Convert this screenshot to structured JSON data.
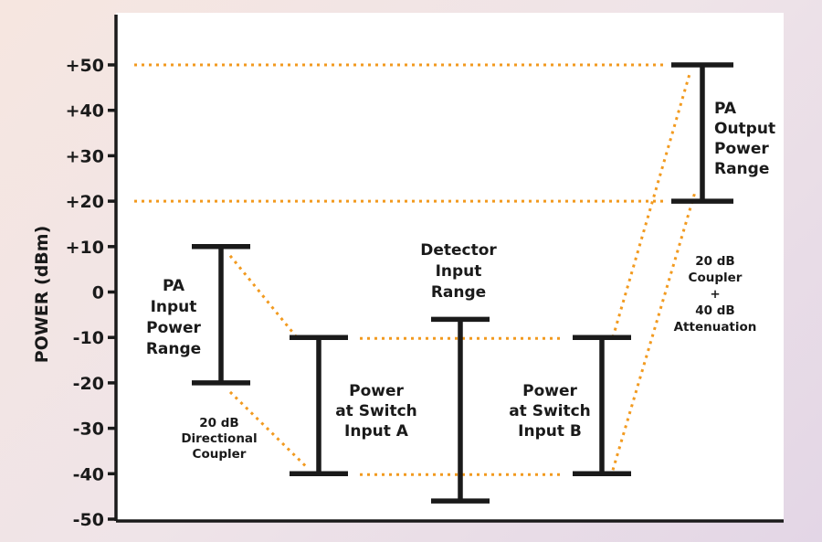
{
  "axis": {
    "title": "POWER (dBm)",
    "ticks": [
      50,
      40,
      30,
      20,
      10,
      0,
      -10,
      -20,
      -30,
      -40,
      -50
    ],
    "tick_labels": [
      "+50",
      "+40",
      "+30",
      "+20",
      "+10",
      "0",
      "-10",
      "-20",
      "-30",
      "-40",
      "-50"
    ],
    "ylim": [
      -50,
      50
    ]
  },
  "ranges": [
    {
      "id": "pa-input",
      "min": -20,
      "max": 10,
      "lines": [
        "PA",
        "Input",
        "Power",
        "Range"
      ]
    },
    {
      "id": "switch-a",
      "min": -40,
      "max": -10,
      "lines": [
        "Power",
        "at Switch",
        "Input A"
      ]
    },
    {
      "id": "detector",
      "min": -46,
      "max": -6,
      "lines": [
        "Detector",
        "Input",
        "Range"
      ]
    },
    {
      "id": "switch-b",
      "min": -40,
      "max": -10,
      "lines": [
        "Power",
        "at Switch",
        "Input B"
      ]
    },
    {
      "id": "pa-output",
      "min": 20,
      "max": 50,
      "lines": [
        "PA",
        "Output",
        "Power",
        "Range"
      ]
    }
  ],
  "annotations": [
    {
      "id": "directional-coupler",
      "lines": [
        "20 dB",
        "Directional",
        "Coupler"
      ]
    },
    {
      "id": "coupler-attenuation",
      "lines": [
        "20 dB",
        "Coupler",
        "+",
        "40 dB",
        "Attenuation"
      ]
    }
  ],
  "colors": {
    "guide": "#f29a1f",
    "ink": "#1a1a1a",
    "panel": "#ffffff"
  }
}
